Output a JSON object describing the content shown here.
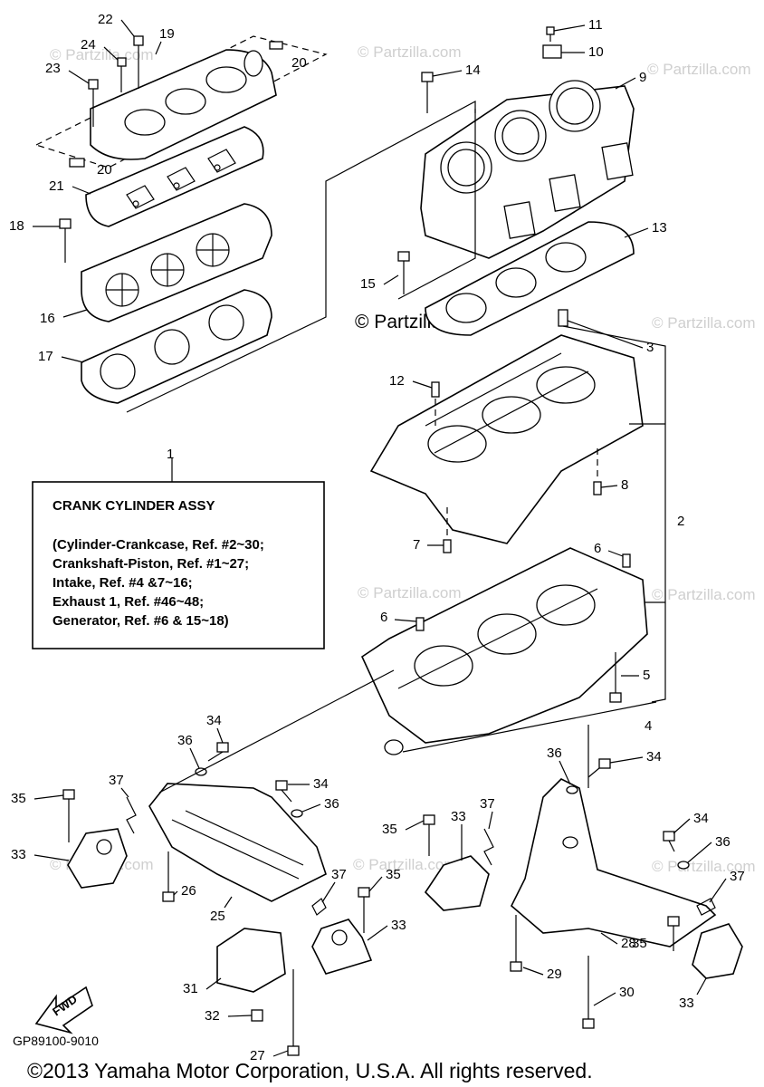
{
  "info_box": {
    "title": "CRANK CYLINDER ASSY",
    "lines": [
      "(Cylinder-Crankcase, Ref. #2~30;",
      "Crankshaft-Piston, Ref. #1~27;",
      "Intake, Ref. #4 &7~16;",
      "Exhaust 1, Ref. #46~48;",
      "Generator, Ref. #6 & 15~18)"
    ]
  },
  "diagram_code": "GP89100-9010",
  "fwd_label": "FWD",
  "copyright": "©2013 Yamaha Motor Corporation, U.S.A. All rights reserved.",
  "watermark": "© Partzilla.com",
  "watermark_small": "© Partzilla.com",
  "callouts": {
    "c1": "1",
    "c2": "2",
    "c3": "3",
    "c4": "4",
    "c5": "5",
    "c6a": "6",
    "c6b": "6",
    "c7": "7",
    "c8": "8",
    "c9": "9",
    "c10": "10",
    "c11": "11",
    "c12": "12",
    "c13": "13",
    "c14": "14",
    "c15": "15",
    "c16": "16",
    "c17": "17",
    "c18": "18",
    "c19": "19",
    "c20a": "20",
    "c20b": "20",
    "c21": "21",
    "c22": "22",
    "c23": "23",
    "c24": "24",
    "c25": "25",
    "c26": "26",
    "c27": "27",
    "c28": "28",
    "c29": "29",
    "c30": "30",
    "c31": "31",
    "c32": "32",
    "c33a": "33",
    "c33b": "33",
    "c33c": "33",
    "c33d": "33",
    "c34a": "34",
    "c34b": "34",
    "c34c": "34",
    "c34d": "34",
    "c35a": "35",
    "c35b": "35",
    "c35c": "35",
    "c35d": "35",
    "c36a": "36",
    "c36b": "36",
    "c36c": "36",
    "c36d": "36",
    "c37a": "37",
    "c37b": "37",
    "c37c": "37",
    "c37d": "37"
  }
}
